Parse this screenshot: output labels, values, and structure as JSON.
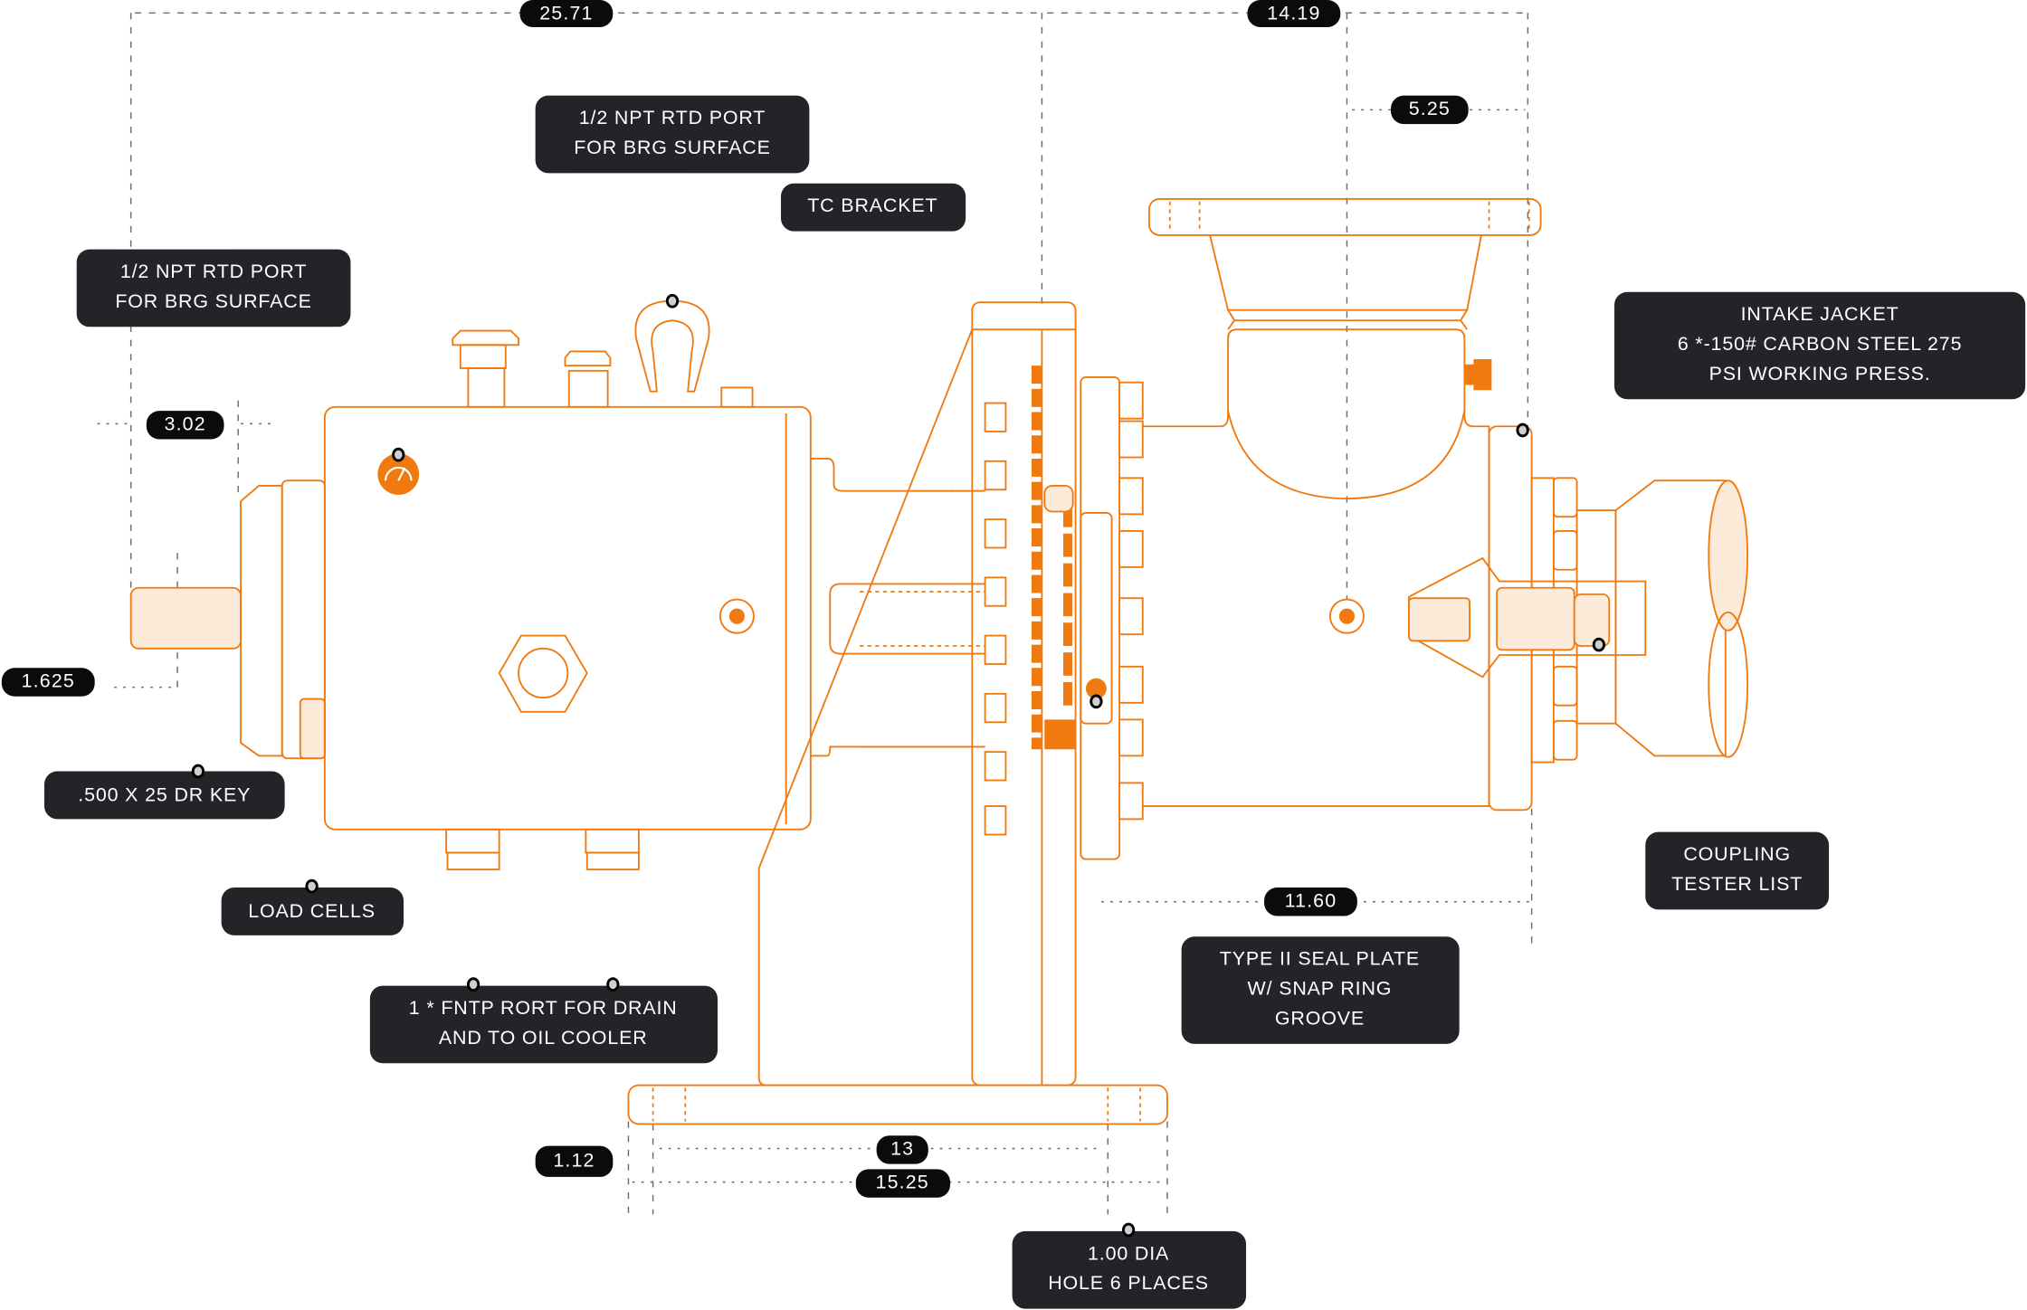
{
  "colors": {
    "accent": "#F07A10",
    "accent_light": "#FDEBD9",
    "label_bg": "#222428",
    "dimension_line": "#6b6b6b"
  },
  "dimensions": {
    "overall_length": "25.71",
    "casing_length": "14.19",
    "intake_offset": "5.25",
    "flange_offset": "3.02",
    "shaft_diameter": "1.625",
    "discharge_offset": "11.60",
    "hole_spacing": "13",
    "base_length": "15.25",
    "base_thickness": "1.12"
  },
  "labels": {
    "rtd_top": [
      "1/2 NPT RTD PORT",
      "FOR BRG SURFACE"
    ],
    "tc_bracket": "TC BRACKET",
    "rtd_left": [
      "1/2 NPT RTD PORT",
      "FOR BRG SURFACE"
    ],
    "intake_jacket": [
      "INTAKE JACKET",
      "6 *-150# CARBON STEEL 275",
      "PSI WORKING PRESS."
    ],
    "key": ".500 X 25 DR KEY",
    "load_cells": "LOAD CELLS",
    "drain_port": [
      "1 * FNTP RORT FOR DRAIN",
      "AND TO OIL COOLER"
    ],
    "seal_plate": [
      "TYPE II SEAL PLATE",
      "W/ SNAP RING",
      "GROOVE"
    ],
    "coupling": [
      "COUPLING",
      "TESTER LIST"
    ],
    "holes": [
      "1.00 DIA",
      "HOLE 6 PLACES"
    ]
  },
  "icons": {
    "gauge": "gauge-icon",
    "marker": "callout-marker-dot"
  }
}
